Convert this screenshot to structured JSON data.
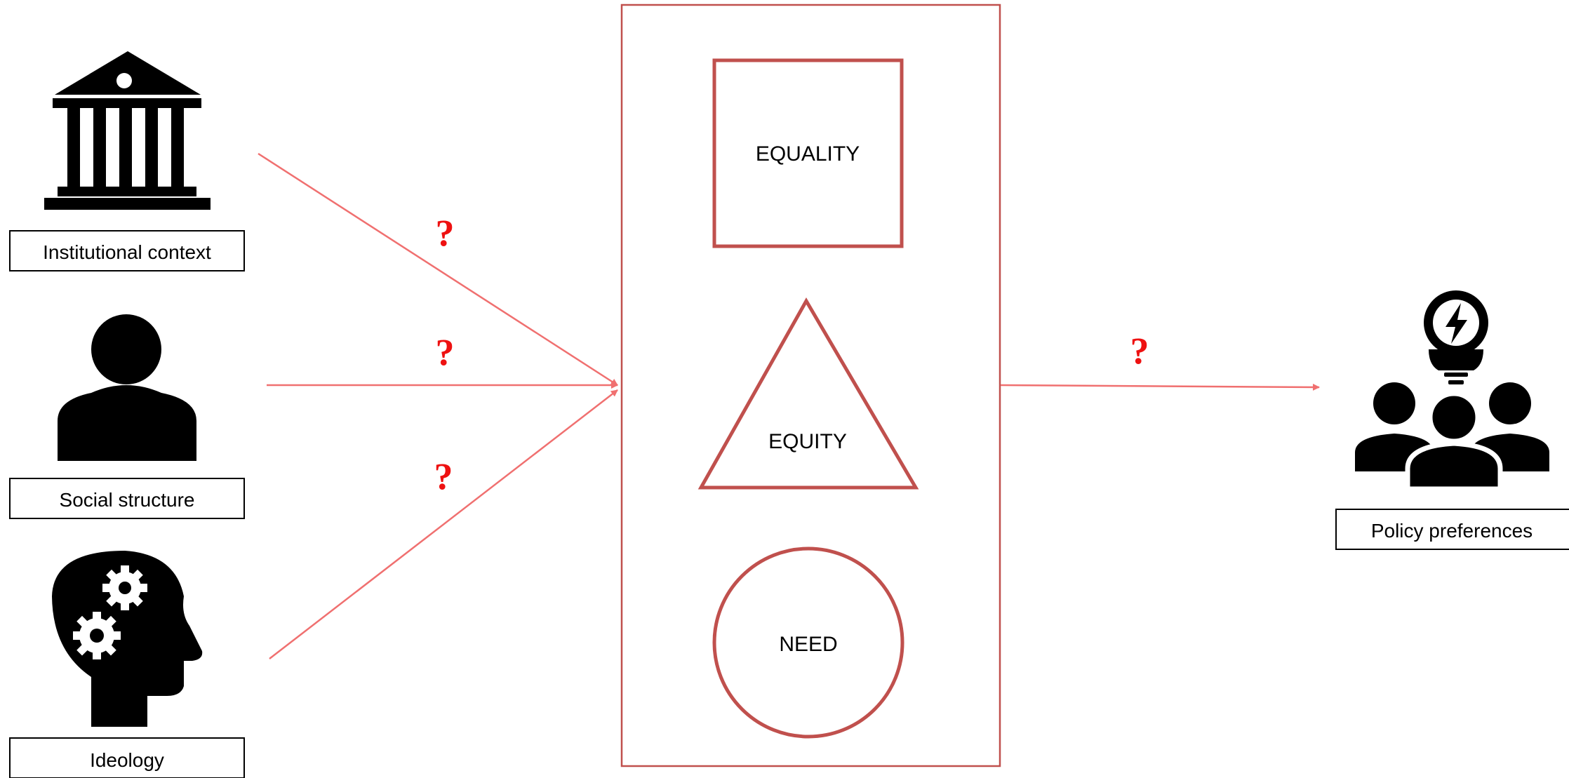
{
  "sources": [
    {
      "label": "Institutional context",
      "icon": "institution-building-icon"
    },
    {
      "label": "Social structure",
      "icon": "person-icon"
    },
    {
      "label": "Ideology",
      "icon": "head-gears-icon"
    }
  ],
  "principles": [
    {
      "label": "EQUALITY",
      "shape": "square"
    },
    {
      "label": "EQUITY",
      "shape": "triangle"
    },
    {
      "label": "NEED",
      "shape": "circle"
    }
  ],
  "outcome": {
    "label": "Policy preferences",
    "icon": "group-idea-icon"
  },
  "marks": {
    "question": "?"
  },
  "colors": {
    "frame": "#c0504d",
    "arrow": "#f07070",
    "question": "#ee1111",
    "icon": "#000000"
  }
}
